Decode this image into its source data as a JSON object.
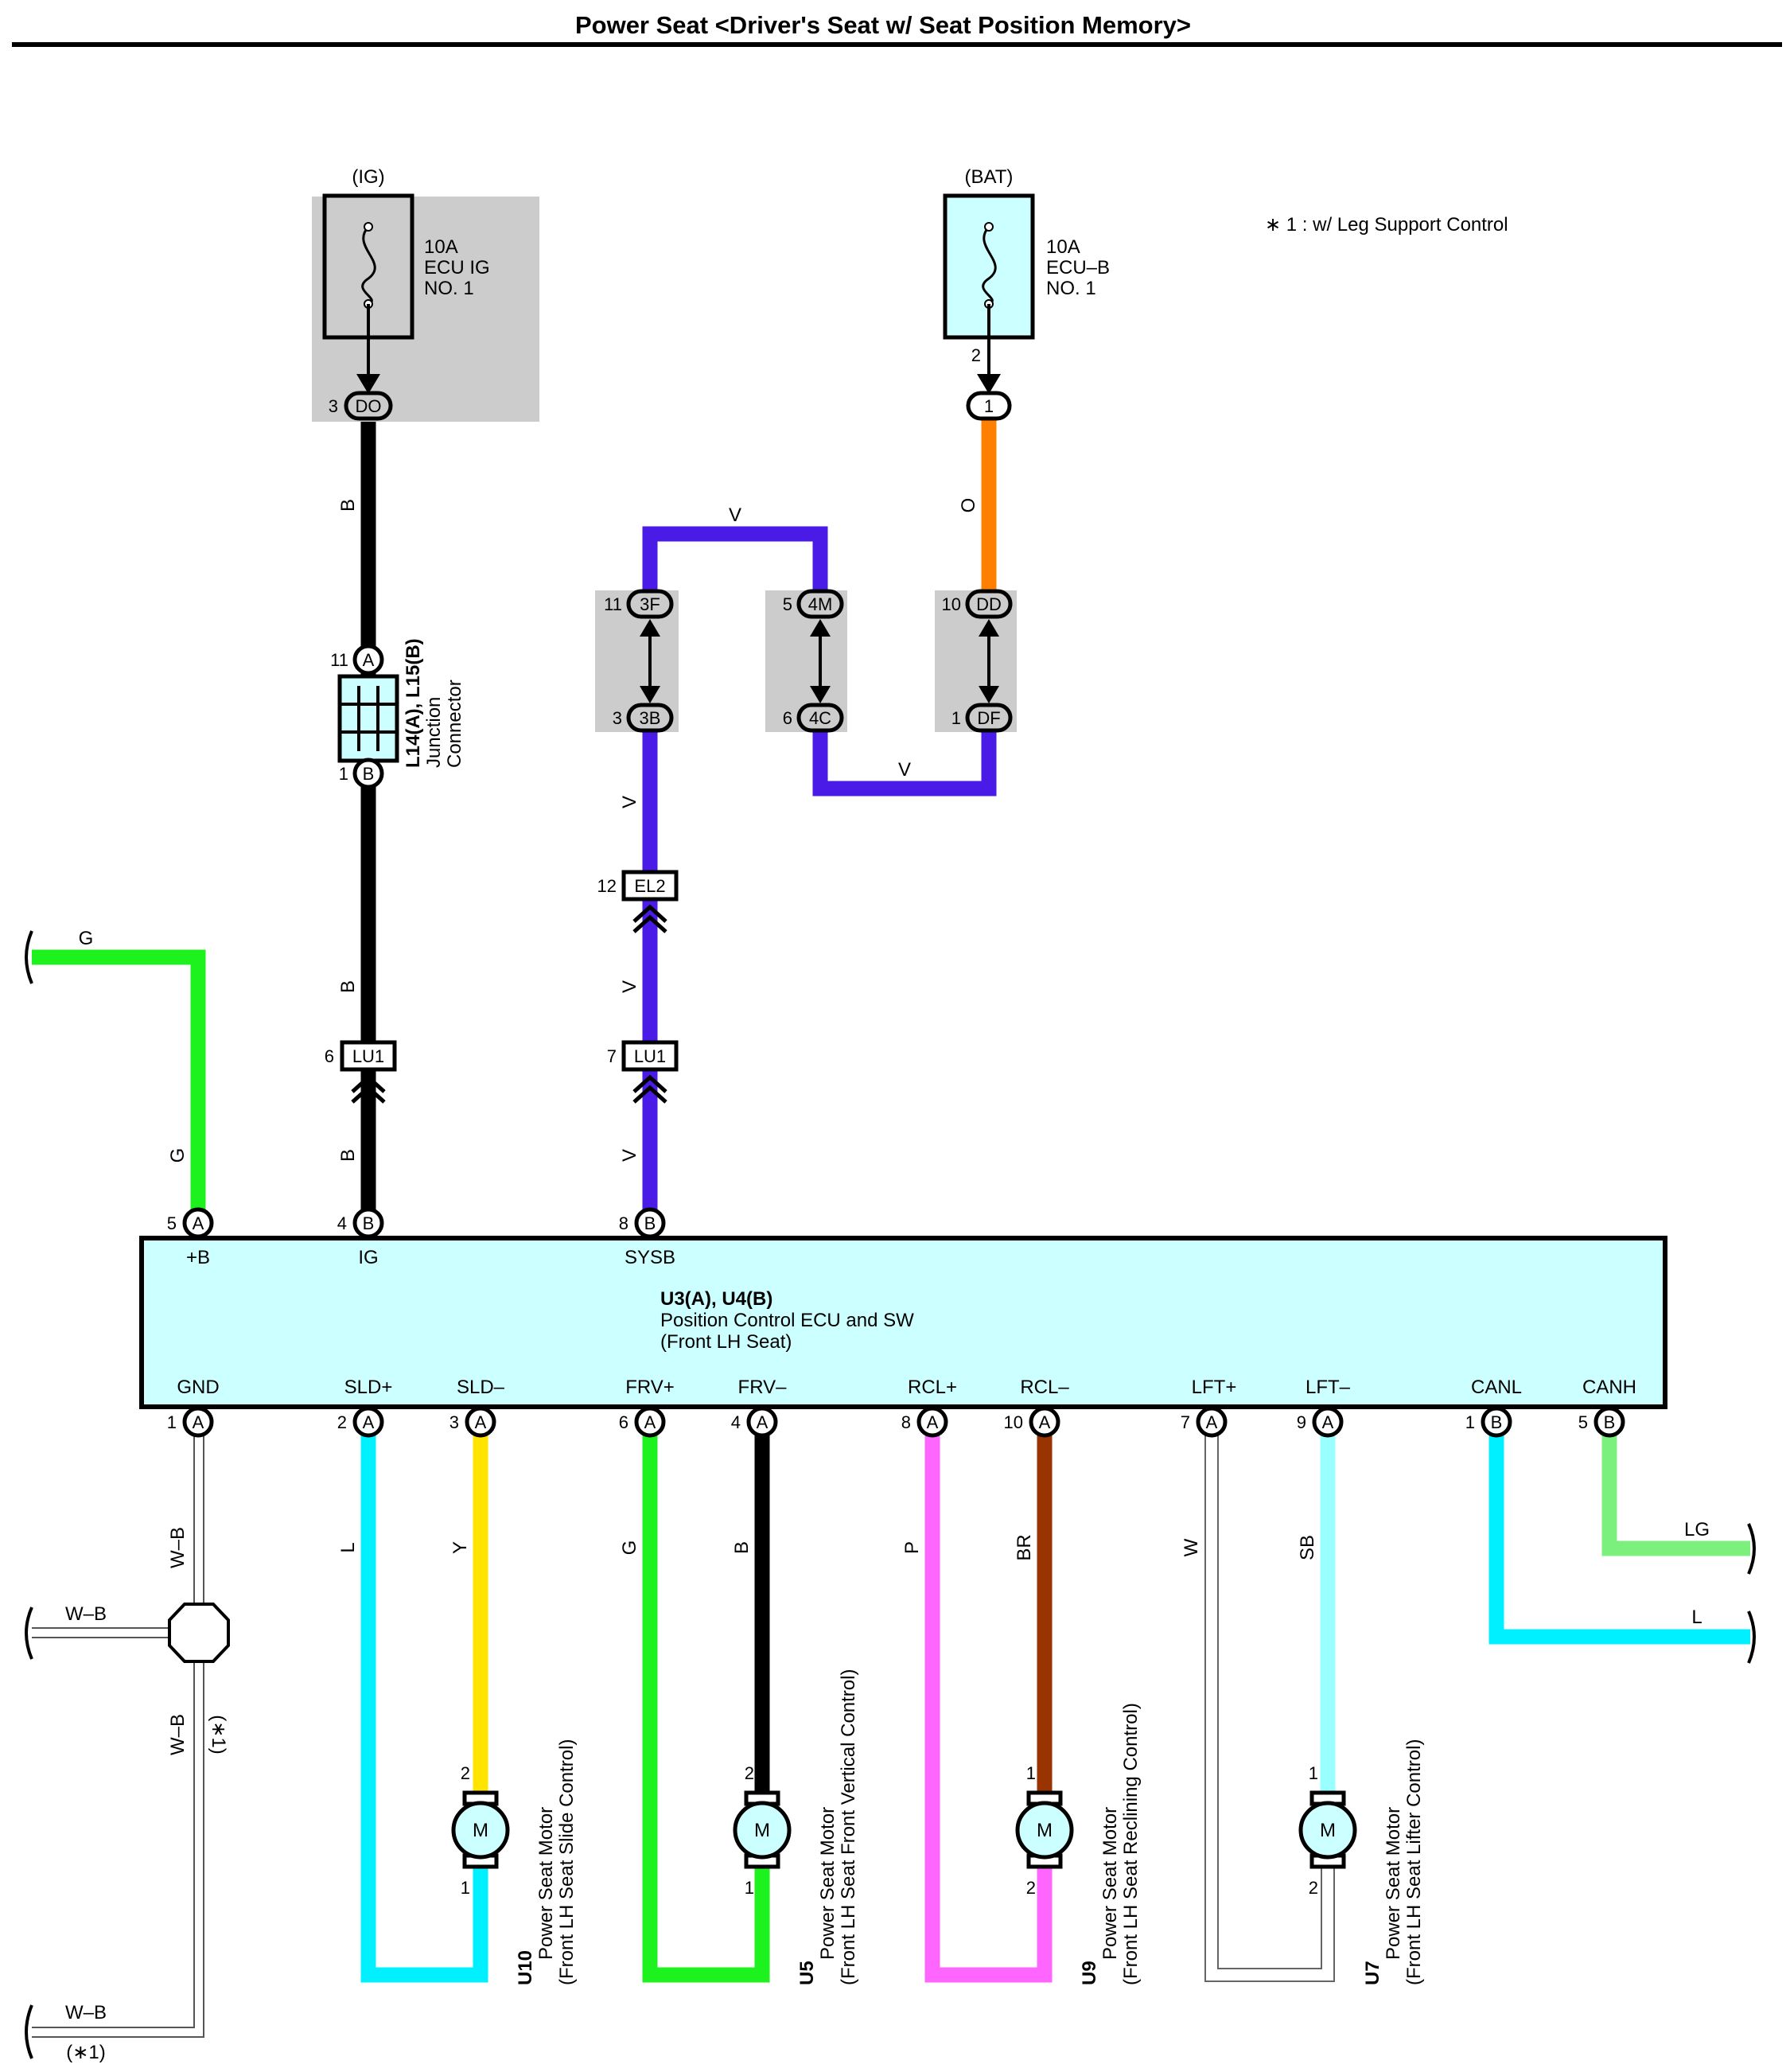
{
  "title": "Power Seat <Driver's Seat w/ Seat Position Memory>",
  "note": "∗ 1 : w/ Leg Support Control",
  "colors": {
    "wire_B": "#000000",
    "wire_V": "#4a1ae6",
    "wire_O": "#ff8000",
    "wire_G": "#1ef21e",
    "wire_L": "#00f0ff",
    "wire_Y": "#ffe400",
    "wire_P": "#ff66ff",
    "wire_BR": "#993300",
    "wire_W": "#ffffff",
    "wire_SB": "#99ffff",
    "wire_LG": "#7cf07c",
    "component_fill": "#ccffff",
    "junction_shade": "#cccccc"
  },
  "fuses": {
    "ig": {
      "source": "(IG)",
      "rating": "10A",
      "name1": "ECU IG",
      "name2": "NO. 1"
    },
    "bat": {
      "source": "(BAT)",
      "rating": "10A",
      "name1": "ECU–B",
      "name2": "NO. 1"
    }
  },
  "junction": {
    "pin_top_label": "11",
    "pin_top": "A",
    "pin_bot_label": "1",
    "pin_bot": "B",
    "name1": "L14(A), L15(B)",
    "name2": "Junction",
    "name3": "Connector"
  },
  "connectors": {
    "do": {
      "pin": "3",
      "code": "DO"
    },
    "bat1": {
      "pin": "2",
      "code": "1"
    },
    "c3f": {
      "pin": "11",
      "code": "3F"
    },
    "c3b": {
      "pin": "3",
      "code": "3B"
    },
    "c4m": {
      "pin": "5",
      "code": "4M"
    },
    "c4c": {
      "pin": "6",
      "code": "4C"
    },
    "cdd": {
      "pin": "10",
      "code": "DD"
    },
    "cdf": {
      "pin": "1",
      "code": "DF"
    },
    "el2": {
      "pin": "12",
      "code": "EL2"
    },
    "lu1a": {
      "pin": "6",
      "code": "LU1"
    },
    "lu1b": {
      "pin": "7",
      "code": "LU1"
    }
  },
  "wire_labels": {
    "b1": "B",
    "b2": "B",
    "b3": "B",
    "o": "O",
    "v_top": "V",
    "v_bot": "V",
    "v1": "V",
    "v2": "V",
    "v3": "V",
    "g_left": "G",
    "g_vert": "G",
    "wb1": "W–B",
    "wb2": "W–B",
    "wb3": "W–B",
    "wb4": "W–B",
    "star1a": "(∗1)",
    "star1b": "(∗1)",
    "l": "L",
    "y": "Y",
    "g": "G",
    "b": "B",
    "p": "P",
    "br": "BR",
    "w": "W",
    "sb": "SB",
    "lg_out": "LG",
    "l_out": "L"
  },
  "ecu": {
    "name1": "U3(A), U4(B)",
    "name2": "Position Control ECU and SW",
    "name3": "(Front LH Seat)",
    "top_pins": [
      {
        "num": "5",
        "conn": "A",
        "label": "+B"
      },
      {
        "num": "4",
        "conn": "B",
        "label": "IG"
      },
      {
        "num": "8",
        "conn": "B",
        "label": "SYSB"
      }
    ],
    "bottom_pins": [
      {
        "num": "1",
        "conn": "A",
        "label": "GND"
      },
      {
        "num": "2",
        "conn": "A",
        "label": "SLD+"
      },
      {
        "num": "3",
        "conn": "A",
        "label": "SLD–"
      },
      {
        "num": "6",
        "conn": "A",
        "label": "FRV+"
      },
      {
        "num": "4",
        "conn": "A",
        "label": "FRV–"
      },
      {
        "num": "8",
        "conn": "A",
        "label": "RCL+"
      },
      {
        "num": "10",
        "conn": "A",
        "label": "RCL–"
      },
      {
        "num": "7",
        "conn": "A",
        "label": "LFT+"
      },
      {
        "num": "9",
        "conn": "A",
        "label": "LFT–"
      },
      {
        "num": "1",
        "conn": "B",
        "label": "CANL"
      },
      {
        "num": "5",
        "conn": "B",
        "label": "CANH"
      }
    ]
  },
  "motors": [
    {
      "symbol": "M",
      "pin_top": "2",
      "pin_bot": "1",
      "code": "U10",
      "name1": "Power Seat Motor",
      "name2": "(Front LH Seat Slide Control)"
    },
    {
      "symbol": "M",
      "pin_top": "2",
      "pin_bot": "1",
      "code": "U5",
      "name1": "Power Seat Motor",
      "name2": "(Front LH Seat Front Vertical Control)"
    },
    {
      "symbol": "M",
      "pin_top": "1",
      "pin_bot": "2",
      "code": "U9",
      "name1": "Power Seat Motor",
      "name2": "(Front LH Seat Reclining Control)"
    },
    {
      "symbol": "M",
      "pin_top": "1",
      "pin_bot": "2",
      "code": "U7",
      "name1": "Power Seat Motor",
      "name2": "(Front LH Seat Lifter Control)"
    }
  ]
}
